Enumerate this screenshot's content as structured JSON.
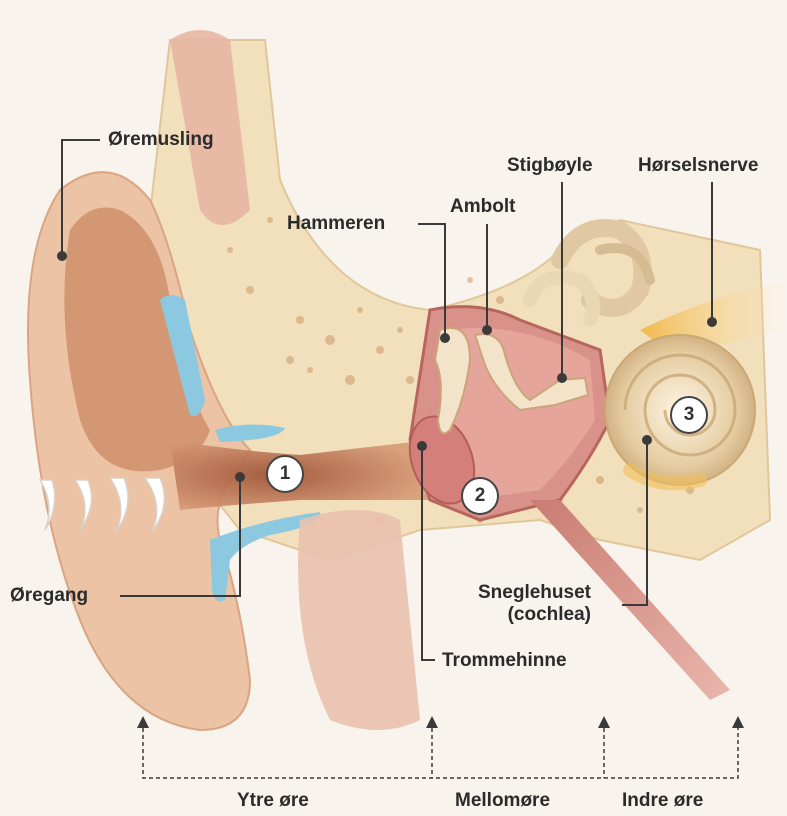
{
  "labels": {
    "oremusling": "Øremusling",
    "stigboyle": "Stigbøyle",
    "horselsnerve": "Hørselsnerve",
    "ambolt": "Ambolt",
    "hammeren": "Hammeren",
    "oregang": "Øregang",
    "sneglehuset_line1": "Sneglehuset",
    "sneglehuset_line2": "(cochlea)",
    "trommehinne": "Trommehinne"
  },
  "markers": [
    "1",
    "2",
    "3"
  ],
  "sections": {
    "ytre": "Ytre øre",
    "mellom": "Mellomøre",
    "indre": "Indre øre"
  },
  "colors": {
    "background": "#f8f3ec",
    "skin": "#e9bfa0",
    "skin_dark": "#b76e4a",
    "bone": "#f1dcb4",
    "fluid": "#8cc8e0",
    "middle_ear": "#d99289",
    "cochlea": "#ead6b2",
    "nerve": "#f4c660",
    "leader": "#3a3a3a"
  }
}
